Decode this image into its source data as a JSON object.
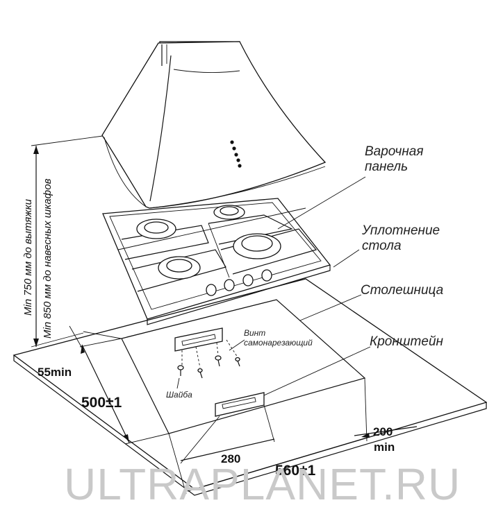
{
  "labels": {
    "hob": [
      "Варочная",
      "панель"
    ],
    "seal": [
      "Уплотнение",
      "стола"
    ],
    "countertop": "Столешница",
    "bracket": "Кронштейн",
    "screw": [
      "Винт",
      "самонарезающий"
    ],
    "washer": "Шайба"
  },
  "dimensions": {
    "min_55": "55min",
    "depth_500": "500±1",
    "width_280": "280",
    "width_560": "560±1",
    "min_200": [
      "200",
      "min"
    ],
    "hood_min_750": "Min 750 мм до вытяжки",
    "cabinets_min_850": "Min 850 мм до навесных шкафов"
  },
  "watermark": "ULTRAPLANET.RU"
}
